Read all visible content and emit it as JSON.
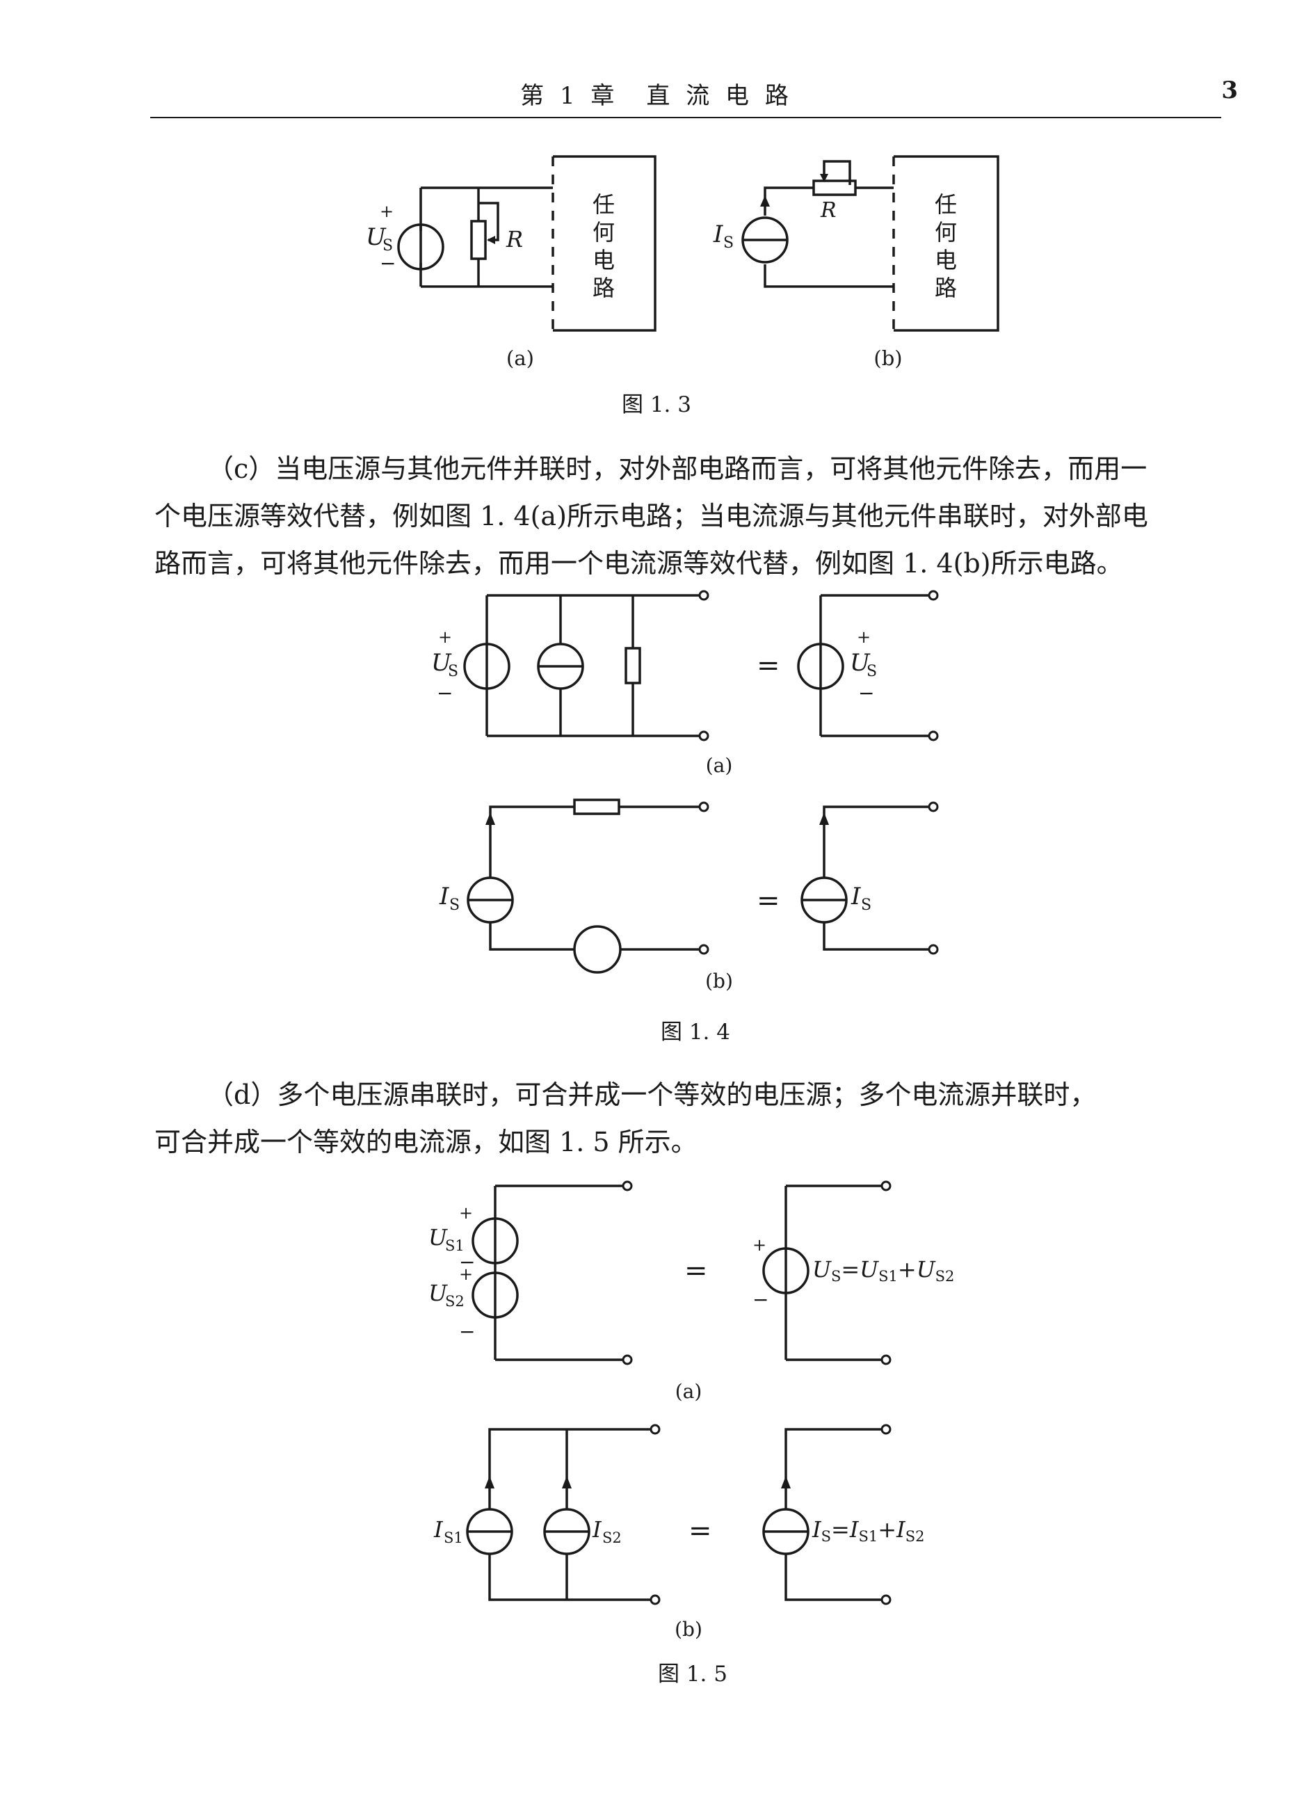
{
  "header": {
    "title": "第 1 章　直 流 电 路",
    "page_number": "3"
  },
  "figures": {
    "fig13": {
      "caption": "图 1. 3",
      "a": {
        "sublabel": "(a)",
        "source_label": "U",
        "source_sub": "S",
        "resistor_label": "R",
        "box_text": [
          "任",
          "何",
          "电",
          "路"
        ],
        "plus": "+",
        "minus": "−"
      },
      "b": {
        "sublabel": "(b)",
        "source_label": "I",
        "source_sub": "S",
        "resistor_label": "R",
        "box_text": [
          "任",
          "何",
          "电",
          "路"
        ]
      }
    },
    "fig14": {
      "caption": "图 1. 4",
      "a": {
        "sublabel": "(a)",
        "source_label": "U",
        "source_sub": "S",
        "equals": "="
      },
      "b": {
        "sublabel": "(b)",
        "source_label": "I",
        "source_sub": "S",
        "equals": "="
      }
    },
    "fig15": {
      "caption": "图 1. 5",
      "a": {
        "sublabel": "(a)",
        "us1": "U",
        "us1_sub": "S1",
        "us2": "U",
        "us2_sub": "S2",
        "equals": "=",
        "result": "U",
        "result_sub": "S",
        "result_eq": "=U",
        "result_eq_sub1": "S1",
        "result_plus": "+U",
        "result_eq_sub2": "S2"
      },
      "b": {
        "sublabel": "(b)",
        "is1": "I",
        "is1_sub": "S1",
        "is2": "I",
        "is2_sub": "S2",
        "equals": "=",
        "result": "I",
        "result_sub": "S",
        "result_eq": "=I",
        "result_eq_sub1": "S1",
        "result_plus": "+I",
        "result_eq_sub2": "S2"
      }
    }
  },
  "paragraphs": {
    "c": [
      "（c）当电压源与其他元件并联时，对外部电路而言，可将其他元件除去，而用一",
      "个电压源等效代替，例如图 1. 4(a)所示电路；当电流源与其他元件串联时，对外部电",
      "路而言，可将其他元件除去，而用一个电流源等效代替，例如图 1. 4(b)所示电路。"
    ],
    "d": [
      "（d）多个电压源串联时，可合并成一个等效的电压源；多个电流源并联时，",
      "可合并成一个等效的电流源，如图 1. 5 所示。"
    ]
  }
}
